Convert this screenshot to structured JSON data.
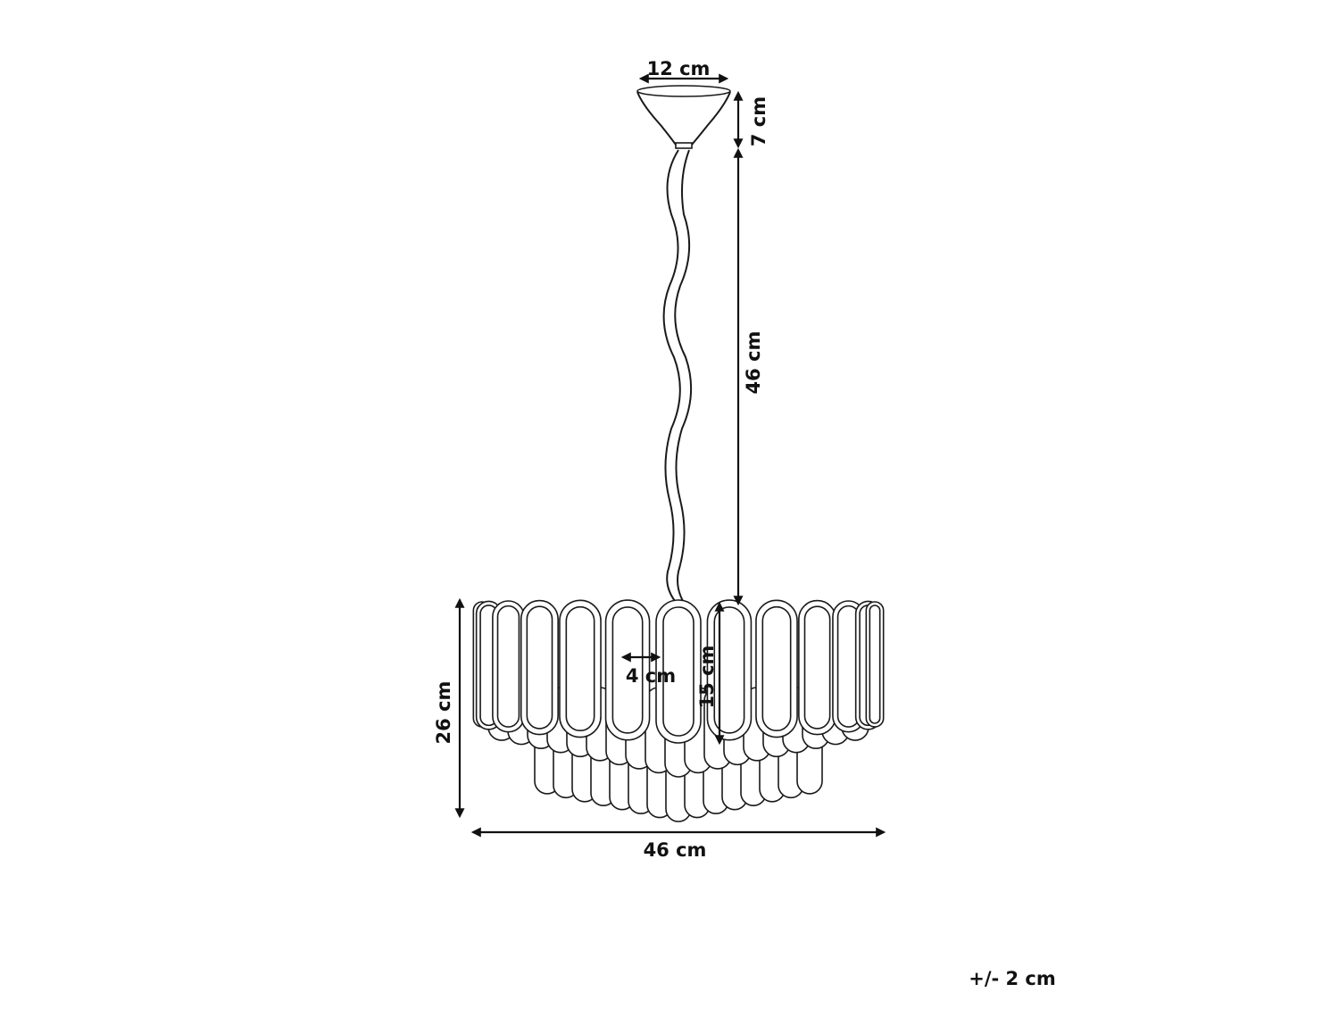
{
  "dimensions": {
    "canopy_width": "12 cm",
    "canopy_height": "7 cm",
    "cable_length": "46 cm",
    "pendant_width": "4 cm",
    "pendant_height": "15 cm",
    "total_height": "26 cm",
    "total_width": "46 cm"
  },
  "tolerance": "+/- 2 cm",
  "colors": {
    "line": "#1a1a1a",
    "text": "#111111",
    "background": "#ffffff"
  }
}
